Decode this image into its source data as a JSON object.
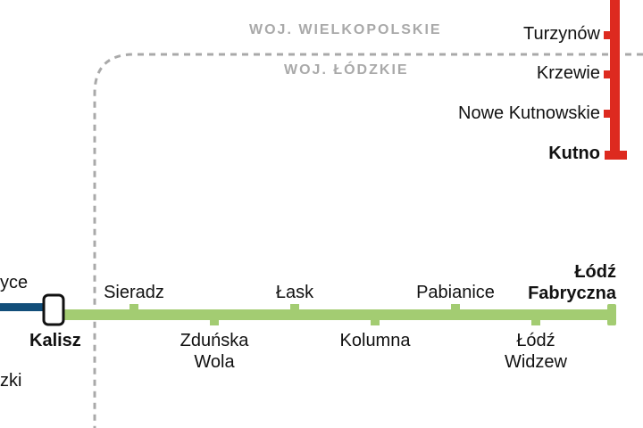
{
  "regions": {
    "north": "WOJ. WIELKOPOLSKIE",
    "south": "WOJ. ŁÓDZKIE"
  },
  "stations": {
    "partial_west": "yce",
    "kalisz": "Kalisz",
    "partial_sw": "zki",
    "sieradz": "Sieradz",
    "zdunska_wola_1": "Zduńska",
    "zdunska_wola_2": "Wola",
    "lask": "Łask",
    "kolumna": "Kolumna",
    "pabianice": "Pabianice",
    "lodz_widzew_1": "Łódź",
    "lodz_widzew_2": "Widzew",
    "lodz_fabryczna_1": "Łódź",
    "lodz_fabryczna_2": "Fabryczna",
    "turzynow": "Turzynów",
    "krzewie": "Krzewie",
    "nowe_kutnowskie": "Nowe Kutnowskie",
    "kutno": "Kutno"
  },
  "colors": {
    "green_line": "#a3cc72",
    "red_line": "#dd2a1f",
    "blue_line": "#124e7a",
    "boundary": "#a9a9a9"
  }
}
